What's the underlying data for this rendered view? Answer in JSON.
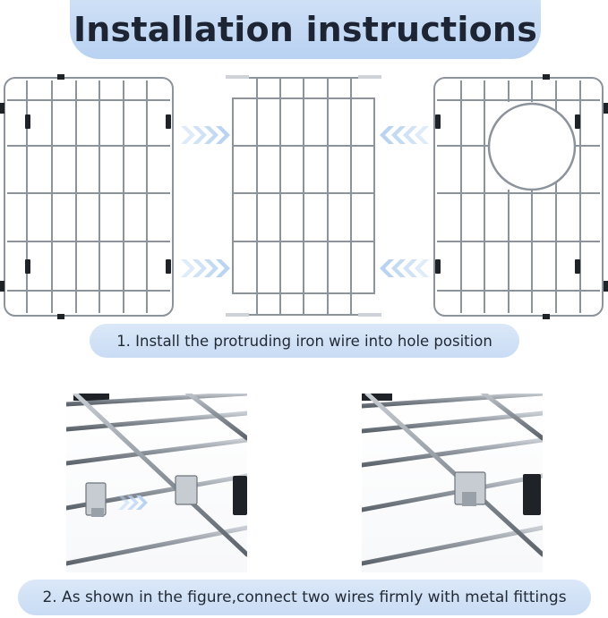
{
  "title": "Installation instructions",
  "step1": {
    "text": "1. Install the protruding iron wire into hole position"
  },
  "step2": {
    "text": "2. As shown in the figure,connect two wires firmly with metal fittings"
  },
  "colors": {
    "title_bg": "#c5d9f4",
    "caption_bg": "#d3e3f6",
    "arrow": "#b9d3f1",
    "wire": "#8d939b",
    "wire_dark": "#5e646c",
    "clip": "#1f2328"
  },
  "icons": [
    "arrow-right-icon",
    "arrow-left-icon"
  ]
}
